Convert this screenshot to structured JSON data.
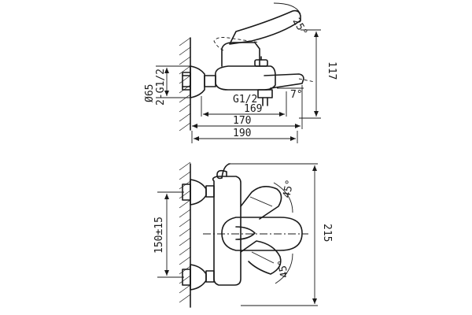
{
  "drawing": {
    "side_view": {
      "angle_top": "25°",
      "dim_height": "117",
      "dim_diameter": "Ø65",
      "dim_thread_connection": "2-G1/2",
      "dim_thread_outlet": "G1/2",
      "angle_spout": "7°",
      "dim_len_169": "169",
      "dim_len_170": "170",
      "dim_len_190": "190"
    },
    "front_view": {
      "angle_upper": "45°",
      "angle_lower": "45°",
      "dim_centers": "150±15",
      "dim_height": "215"
    }
  }
}
